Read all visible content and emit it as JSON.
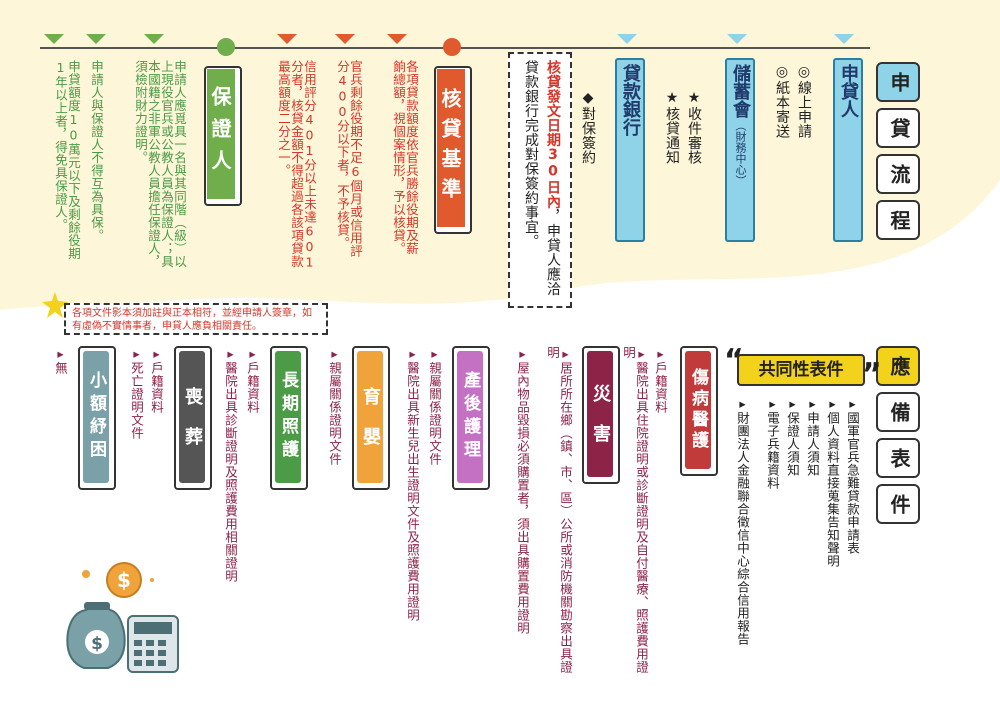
{
  "title_top": [
    "申",
    "貸",
    "流",
    "程"
  ],
  "title_bottom": [
    "應",
    "備",
    "表",
    "件"
  ],
  "applicant": {
    "label": "申貸人",
    "items": [
      "◎線上申請",
      "◎紙本寄送"
    ]
  },
  "savings": {
    "label": "儲蓄會",
    "sub": "（財務中心）",
    "items": [
      "★收件審核",
      "★核貸通知"
    ]
  },
  "bank": {
    "label": "貸款銀行",
    "items": [
      "◆對保簽約"
    ]
  },
  "notice": {
    "bold": "核貸發文日期30日內",
    "rest": "，申貸人應洽貸款銀行完成對保簽約事宜。"
  },
  "approval": {
    "label": "核貸基準",
    "items": [
      "各項貸款額度依官兵勝餘役期及薪餉總額，視個案情形，予以核貸。",
      "官兵剩餘役期不足6個月或信用評分400分以下者，不予核貸。",
      "信用評分401分以上未達601分者，核貸金額不得超過各該項貸款最高額度二分之一。"
    ]
  },
  "guarantor": {
    "label": "保證人",
    "items": [
      "申請人應覓具一名與其同階（級）以上現役官兵或公教人員為保證人；具本國籍之非軍公教人員擔任保證人，須檢附財力證明。",
      "申請人與保證人不得互為具保。",
      "申貸額度10萬元以下及剩餘役期1年以上者，得免具保證人。"
    ]
  },
  "common": {
    "label": "共同性表件",
    "items": [
      "國軍官兵急難貸款申請表",
      "個人資料直接蒐集告知聲明",
      "申請人須知",
      "保證人須知",
      "電子兵籍資料",
      "財團法人金融聯合徵信中心綜合信用報告"
    ]
  },
  "categories": [
    {
      "label": "傷病醫護",
      "color": "#c23b3b",
      "items": [
        "戶籍資料",
        "醫院出具住院證明或診斷證明及自付醫療、照護費用證明"
      ]
    },
    {
      "label": "災害",
      "color": "#8d2346",
      "items": [
        "居所所在鄉（鎮、市、區）公所或消防機關勘察出具證明",
        "屋內物品毀損必須購置者，須出具購置費用證明"
      ]
    },
    {
      "label": "產後護理",
      "color": "#c471c4",
      "items": [
        "親屬關係證明文件",
        "醫院出具新生兒出生證明文件及照護費用證明"
      ]
    },
    {
      "label": "育嬰",
      "color": "#f0a33a",
      "items": [
        "親屬關係證明文件"
      ]
    },
    {
      "label": "長期照護",
      "color": "#4b9b47",
      "items": [
        "戶籍資料",
        "醫院出具診斷證明及照護費用相關證明"
      ]
    },
    {
      "label": "喪葬",
      "color": "#555555",
      "items": [
        "戶籍資料",
        "死亡證明文件"
      ]
    },
    {
      "label": "小額紓困",
      "color": "#7aa1a8",
      "items": [
        "無"
      ]
    }
  ],
  "note": "各項文件影本須加註與正本相符，並經申請人簽章，如有虛偽不實情事者，申貸人應負相關責任。",
  "colors": {
    "cream": "#fdf6d8",
    "teal": "#8fd3e8",
    "orange": "#e05a2e",
    "green": "#6fae4a",
    "navy": "#1f3a6b",
    "tealDark": "#2a7fa3"
  }
}
